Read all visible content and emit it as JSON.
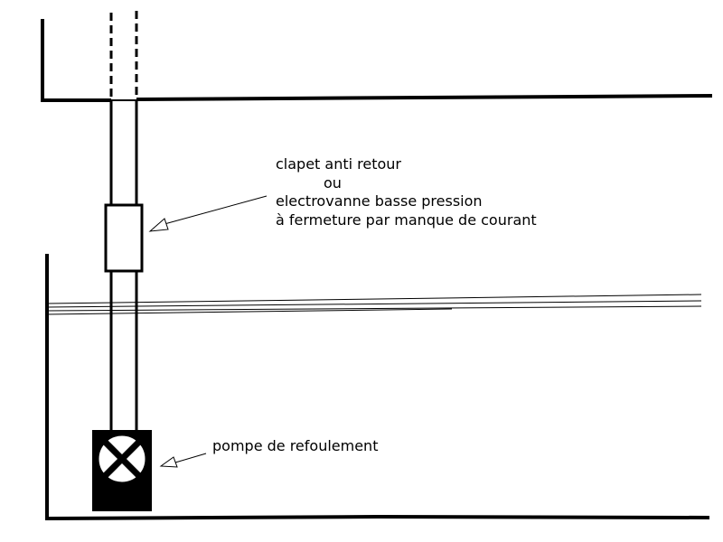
{
  "labels": {
    "valve_line1": "clapet anti retour",
    "valve_line2": "ou",
    "valve_line3": "electrovanne basse pression",
    "valve_line4": "à fermeture par manque de courant",
    "pump": "pompe de refoulement"
  },
  "colors": {
    "ink": "#000000",
    "background": "#ffffff"
  },
  "icons": {
    "pump_symbol": "circle-with-cross-icon",
    "arrow": "outline-arrow-icon"
  }
}
